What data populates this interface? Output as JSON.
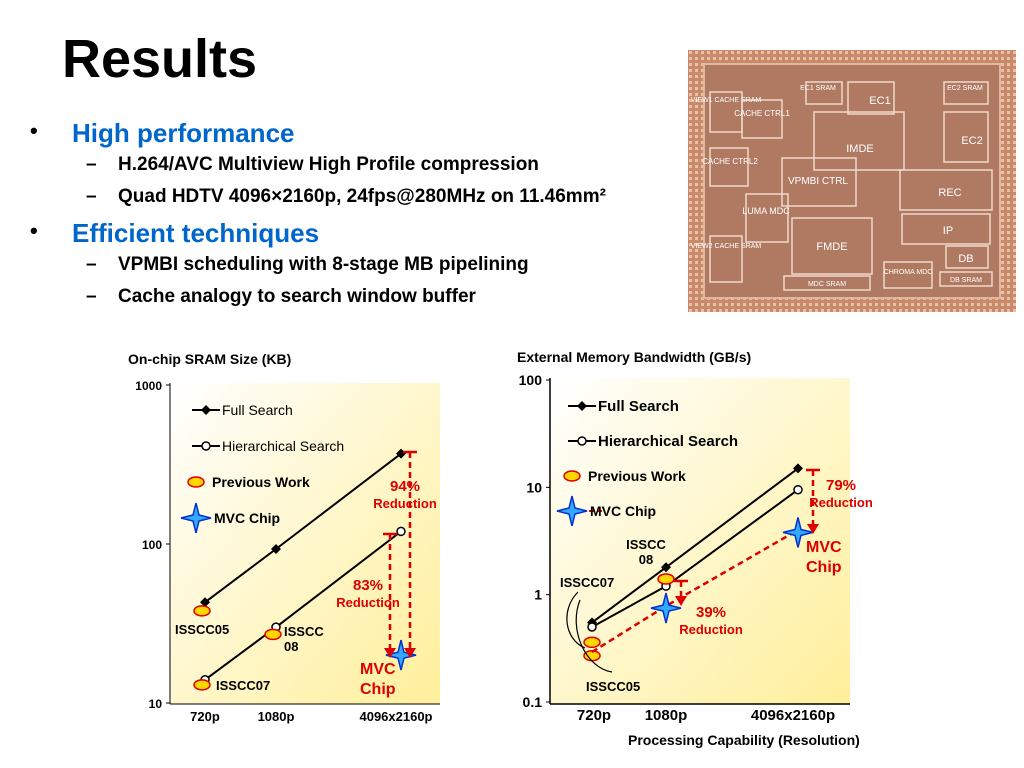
{
  "slide": {
    "title": "Results",
    "bullets": [
      {
        "label": "High performance",
        "subs": [
          "H.264/AVC Multiview High Profile compression",
          "Quad HDTV 4096×2160p, 24fps@280MHz on 11.46mm²"
        ]
      },
      {
        "label": "Efficient techniques",
        "subs": [
          "VPMBI scheduling with 8-stage MB pipelining",
          "Cache analogy to search window buffer"
        ]
      }
    ]
  },
  "die_photo": {
    "blocks": [
      "EC1 SRAM",
      "EC2 SRAM",
      "VIEW1 CACHE SRAM",
      "CACHE CTRL1",
      "EC1",
      "EC2",
      "IMDE",
      "CACHE CTRL2",
      "VPMBI CTRL",
      "REC",
      "LUMA MDC",
      "IP",
      "FMDE",
      "VIEW2 CACHE SRAM",
      "DB",
      "MDC SRAM",
      "CHROMA MDC",
      "DB SRAM"
    ]
  },
  "colors": {
    "accent": "#0066cc",
    "reduction": "#dd0000",
    "previous_work_fill": "#ffd700",
    "star": "#33aaff"
  },
  "chart_data": [
    {
      "type": "line",
      "title": "On-chip SRAM Size (KB)",
      "y_scale": "log",
      "ylim": [
        10,
        1000
      ],
      "yticks": [
        "1000",
        "100",
        "10"
      ],
      "categories": [
        "720p",
        "1080p",
        "4096x2160p"
      ],
      "series": [
        {
          "name": "Full Search",
          "values": [
            43,
            93,
            370
          ]
        },
        {
          "name": "Hierarchical Search",
          "values": [
            14,
            30,
            120
          ]
        }
      ],
      "legend": [
        "Full Search",
        "Hierarchical Search",
        "Previous Work",
        "MVC Chip"
      ],
      "previous_work": [
        {
          "label": "ISSCC05",
          "x": "720p",
          "y": 38
        },
        {
          "label": "ISSCC 08",
          "x": "1080p",
          "y": 27
        },
        {
          "label": "ISSCC07",
          "x": "720p",
          "y": 13
        }
      ],
      "mvc_chip": {
        "label": "MVC Chip",
        "x": "4096x2160p",
        "y": 20
      },
      "annotations": [
        {
          "pct": "94%",
          "text": "Reduction"
        },
        {
          "pct": "83%",
          "text": "Reduction"
        }
      ]
    },
    {
      "type": "line",
      "title": "External Memory Bandwidth (GB/s)",
      "y_scale": "log",
      "ylim": [
        0.1,
        100
      ],
      "yticks": [
        "100",
        "10",
        "1",
        "0.1"
      ],
      "xlabel": "Processing Capability (Resolution)",
      "categories": [
        "720p",
        "1080p",
        "4096x2160p"
      ],
      "series": [
        {
          "name": "Full Search",
          "values": [
            0.55,
            1.8,
            15
          ]
        },
        {
          "name": "Hierarchical Search",
          "values": [
            0.5,
            1.2,
            9.5
          ]
        }
      ],
      "legend": [
        "Full Search",
        "Hierarchical Search",
        "Previous Work",
        "MVC Chip"
      ],
      "previous_work": [
        {
          "label": "ISSCC 08",
          "x": "1080p",
          "y": 1.4
        },
        {
          "label": "ISSCC07",
          "x": "720p",
          "y": 0.36
        },
        {
          "label": "ISSCC05",
          "x": "720p",
          "y": 0.27
        }
      ],
      "mvc_chip": {
        "label": "MVC Chip",
        "x": "4096x2160p",
        "y": 3.8
      },
      "extra_star": {
        "x": "1080p",
        "y": 0.75
      },
      "annotations": [
        {
          "pct": "79%",
          "text": "Reduction"
        },
        {
          "pct": "39%",
          "text": "Reduction"
        }
      ]
    }
  ]
}
